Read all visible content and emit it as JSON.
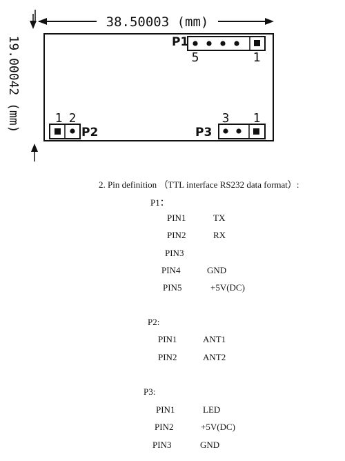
{
  "dimensions": {
    "width_label": "38.50003 (mm)",
    "height_label": "19.00042 (mm)"
  },
  "connectors": {
    "p1": {
      "name": "P1",
      "pin_left": "5",
      "pin_right": "1"
    },
    "p2": {
      "name": "P2",
      "pin_left": "1",
      "pin_right": "2"
    },
    "p3": {
      "name": "P3",
      "pin_left": "3",
      "pin_right": "1"
    }
  },
  "heading": "2. Pin definition （TTL interface RS232 data format）:",
  "groups": [
    {
      "title": "P1：",
      "pins": [
        {
          "pin": "PIN1",
          "func": "TX"
        },
        {
          "pin": "PIN2",
          "func": "RX"
        },
        {
          "pin": "PIN3",
          "func": ""
        },
        {
          "pin": "PIN4",
          "func": "GND"
        },
        {
          "pin": "PIN5",
          "func": "+5V(DC)"
        }
      ]
    },
    {
      "title": "P2:",
      "pins": [
        {
          "pin": "PIN1",
          "func": "ANT1"
        },
        {
          "pin": "PIN2",
          "func": "ANT2"
        }
      ]
    },
    {
      "title": "P3:",
      "pins": [
        {
          "pin": "PIN1",
          "func": "LED"
        },
        {
          "pin": "PIN2",
          "func": "+5V(DC)"
        },
        {
          "pin": "PIN3",
          "func": "GND"
        }
      ]
    }
  ]
}
